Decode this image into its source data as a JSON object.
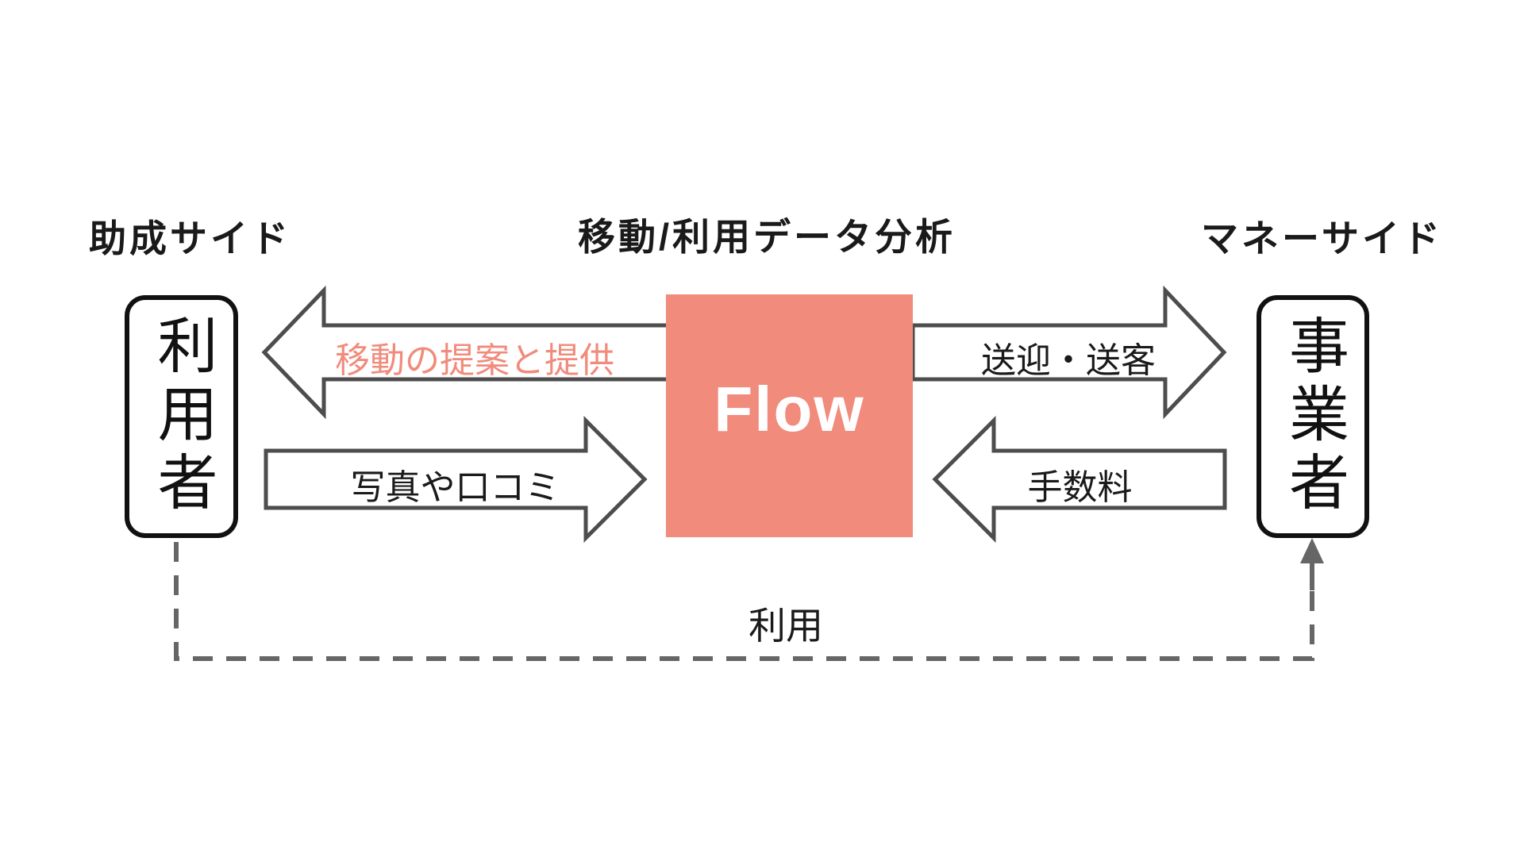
{
  "title": "Flow service diagram",
  "top_labels": {
    "left": "助成サイド",
    "center": "移動/利用データ分析",
    "right": "マネーサイド"
  },
  "nodes": {
    "user": "利用者",
    "flow": "Flow",
    "business": "事業者"
  },
  "arrows": {
    "proposal": "移動の提案と提供",
    "photos": "写真や口コミ",
    "transport": "送迎・送客",
    "fee": "手数料"
  },
  "dashed_flow": {
    "usage": "利用"
  },
  "colors": {
    "accent_salmon": "#F18B7C",
    "arrow_outline": "#4D4D4D",
    "dashed_line": "#666666",
    "box_border": "#111111",
    "text": "#1A1A1A",
    "flow_text": "#FFFFFF",
    "background": "#FFFFFF"
  }
}
